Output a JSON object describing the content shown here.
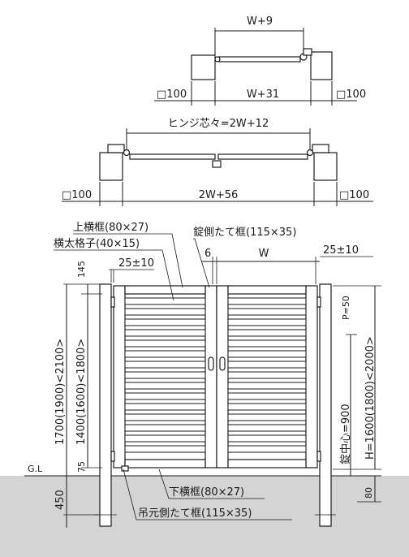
{
  "top_view_single": {
    "dim_top": "W+9",
    "post_left": "□100",
    "dim_bottom": "W+31",
    "post_right": "□100"
  },
  "top_view_double": {
    "dim_top": "ヒンジ芯々=2W+12",
    "post_left": "□100",
    "dim_bottom": "2W+56",
    "post_right": "□100"
  },
  "elevation": {
    "upper_rail": "上横框(80×27)",
    "slat": "横太格子(40×15)",
    "gap_top": "25±10",
    "lock_stile": "錠側たて框(115×35)",
    "dim_six": "6",
    "dim_w": "W",
    "gap_right": "25±10",
    "dim_145": "145",
    "height_outer": "1700(1900)<2100>",
    "height_inner": "1400(1600)<1800>",
    "dim_75": "75",
    "gl": "G.L",
    "dim_450": "450",
    "pitch": "P=50",
    "lock_center": "錠中心=900",
    "height_h": "H=1600(1800)<2000>",
    "dim_80": "80",
    "lower_rail": "下横框(80×27)",
    "hinge_stile": "吊元側たて框(115×35)"
  }
}
